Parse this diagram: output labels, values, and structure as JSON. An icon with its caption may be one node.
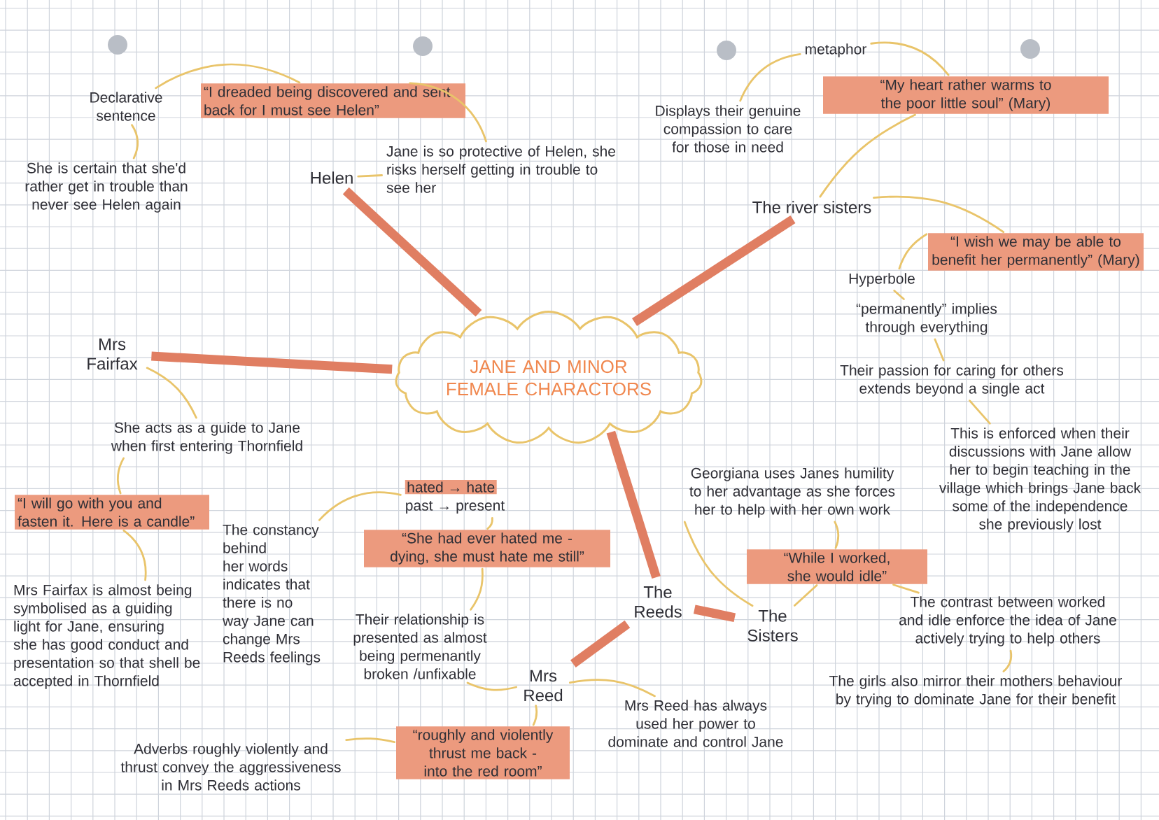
{
  "diagram": {
    "nodes": [
      {
        "text": [
          "JANE AND MINOR FEMALE CHARACTORS"
        ]
      },
      {
        "text": [
          "Declarative sentence"
        ]
      },
      {
        "text": [
          "“I dreaded being discovered and sent back for I must see Helen”"
        ]
      },
      {
        "text": [
          "She is certain that she'd rather get in trouble than never see Helen again"
        ]
      },
      {
        "text": [
          "Helen"
        ]
      },
      {
        "text": [
          "Jane is so protective of Helen, she risks herself getting in trouble to see her"
        ]
      },
      {
        "text": [
          "metaphor"
        ]
      },
      {
        "text": [
          "Displays their genuine compassion to care for those in need"
        ]
      },
      {
        "text": [
          "“My heart rather warms to the poor little soul” (Mary)"
        ]
      },
      {
        "text": [
          "The river sisters"
        ]
      },
      {
        "text": [
          "“I wish we may be able to benefit her permanently” (Mary)"
        ]
      },
      {
        "text": [
          "Hyperbole"
        ]
      },
      {
        "text": [
          "“permanently” implies through everything"
        ]
      },
      {
        "text": [
          "Their passion for caring for others extends beyond a single act"
        ]
      },
      {
        "text": [
          "This is enforced when their discussions with Jane allow her to begin teaching in the village which brings Jane back some of the independence she previously lost"
        ]
      },
      {
        "text": [
          "Mrs Fairfax"
        ]
      },
      {
        "text": [
          "She acts as a guide to Jane when first entering Thornfield"
        ]
      },
      {
        "text": [
          "“I will go with you and fasten it. Here is a candle”"
        ]
      },
      {
        "text": [
          "Mrs Fairfax is almost being symbolised as a guiding light for Jane, ensuring she has good conduct and presentation so that shell be accepted in Thornfield"
        ]
      },
      {
        "text": [
          "The constancy behind her words indicates that there is no way Jane can change Mrs Reeds feelings"
        ]
      },
      {
        "text": [
          "hated → hate",
          "past → present"
        ]
      },
      {
        "text": [
          "“She had ever hated me - dying, she must hate me still”"
        ]
      },
      {
        "text": [
          "Their relationship is presented as almost being permenantly broken /unfixable"
        ]
      },
      {
        "text": [
          "Mrs Reed"
        ]
      },
      {
        "text": [
          "The Reeds"
        ]
      },
      {
        "text": [
          "Georgiana uses Janes humility to her advantage as she forces her to help with her own work"
        ]
      },
      {
        "text": [
          "“While I worked, she would idle”"
        ]
      },
      {
        "text": [
          "The Sisters"
        ]
      },
      {
        "text": [
          "The contrast between worked and idle enforce the idea of Jane actively trying to help others"
        ]
      },
      {
        "text": [
          "The girls also mirror their mothers behaviour by trying to dominate Jane for their benefit"
        ]
      },
      {
        "text": [
          "Mrs Reed has always used her power to dominate and control Jane"
        ]
      },
      {
        "text": [
          "Adverbs roughly violently and thrust convey the aggressiveness in Mrs Reeds actions"
        ]
      },
      {
        "text": [
          "“roughly and violently thrust me back - into the red room”"
        ]
      }
    ],
    "edges": [
      {
        "from": 0,
        "to": 4,
        "arrow": "none",
        "style": "thick",
        "color": "#e07e62"
      },
      {
        "from": 0,
        "to": 15,
        "arrow": "none",
        "style": "thick",
        "color": "#e07e62"
      },
      {
        "from": 0,
        "to": 9,
        "arrow": "none",
        "style": "thick",
        "color": "#e07e62"
      },
      {
        "from": 0,
        "to": 24,
        "arrow": "none",
        "style": "thick",
        "color": "#e07e62"
      },
      {
        "from": 24,
        "to": 23,
        "arrow": "none",
        "style": "thick",
        "color": "#e07e62"
      },
      {
        "from": 24,
        "to": 27,
        "arrow": "none",
        "style": "thick",
        "color": "#e07e62"
      },
      {
        "from": 4,
        "to": 5,
        "arrow": "none"
      },
      {
        "from": 5,
        "to": 2,
        "arrow": "none"
      },
      {
        "from": 2,
        "to": 1,
        "arrow": "none"
      },
      {
        "from": 1,
        "to": 3,
        "arrow": "none"
      },
      {
        "from": 6,
        "to": 7,
        "arrow": "none"
      },
      {
        "from": 6,
        "to": 8,
        "arrow": "none"
      },
      {
        "from": 8,
        "to": 9,
        "arrow": "none"
      },
      {
        "from": 9,
        "to": 10,
        "arrow": "none"
      },
      {
        "from": 11,
        "to": 10,
        "arrow": "none"
      },
      {
        "from": 11,
        "to": 12,
        "arrow": "none"
      },
      {
        "from": 12,
        "to": 13,
        "arrow": "none"
      },
      {
        "from": 13,
        "to": 14,
        "arrow": "none"
      },
      {
        "from": 15,
        "to": 16,
        "arrow": "none"
      },
      {
        "from": 16,
        "to": 17,
        "arrow": "none"
      },
      {
        "from": 17,
        "to": 18,
        "arrow": "none"
      },
      {
        "from": 23,
        "to": 22,
        "arrow": "none"
      },
      {
        "from": 22,
        "to": 21,
        "arrow": "none"
      },
      {
        "from": 21,
        "to": 20,
        "arrow": "none"
      },
      {
        "from": 20,
        "to": 19,
        "arrow": "none"
      },
      {
        "from": 23,
        "to": 32,
        "arrow": "none"
      },
      {
        "from": 32,
        "to": 31,
        "arrow": "none"
      },
      {
        "from": 23,
        "to": 30,
        "arrow": "none"
      },
      {
        "from": 27,
        "to": 26,
        "arrow": "none"
      },
      {
        "from": 25,
        "to": 27,
        "arrow": "none"
      },
      {
        "from": 25,
        "to": 26,
        "arrow": "none"
      },
      {
        "from": 26,
        "to": 28,
        "arrow": "none"
      },
      {
        "from": 28,
        "to": 29,
        "arrow": "none"
      }
    ]
  }
}
